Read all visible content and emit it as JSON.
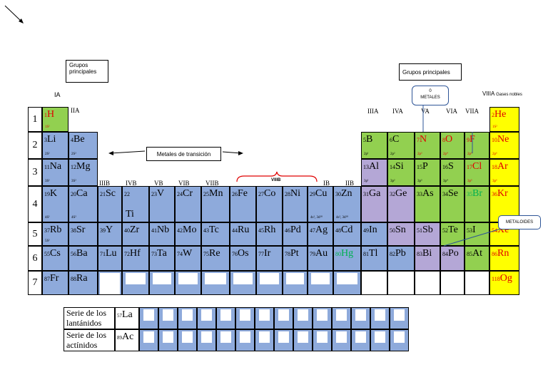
{
  "callouts": {
    "grupos_left": "Grupos principales",
    "grupos_right": "Grupos principales",
    "transicion": "Metales de transición",
    "metales_zero": "0",
    "metales": "METALES",
    "metaloides": "METALOIDES",
    "viiib": "VIIIB",
    "viiia": "VIIIA",
    "gases": "Gases nobles"
  },
  "group_labels": [
    "IA",
    "IIA",
    "IIIB",
    "IVB",
    "VB",
    "VIB",
    "VIIB",
    "IB",
    "IIB",
    "IIIA",
    "IVA",
    "VA",
    "VIA",
    "VIIA"
  ],
  "periods": [
    "1",
    "2",
    "3",
    "4",
    "5",
    "6",
    "7"
  ],
  "elements": [
    {
      "z": "1",
      "s": "H",
      "c": "1S¹"
    },
    {
      "z": "3",
      "s": "Li",
      "c": "2S¹"
    },
    {
      "z": "4",
      "s": "Be",
      "c": "2S²"
    },
    {
      "z": "11",
      "s": "Na",
      "c": "3S¹"
    },
    {
      "z": "12",
      "s": "Mg",
      "c": "3S²"
    },
    {
      "z": "19",
      "s": "K",
      "c": "4S¹"
    },
    {
      "z": "20",
      "s": "Ca",
      "c": "4S²"
    },
    {
      "z": "21",
      "s": "Sc",
      "c": ""
    },
    {
      "z": "22",
      "s": "Ti",
      "c": ""
    },
    {
      "z": "23",
      "s": "V",
      "c": ""
    },
    {
      "z": "24",
      "s": "Cr",
      "c": ""
    },
    {
      "z": "25",
      "s": "Mn",
      "c": ""
    },
    {
      "z": "26",
      "s": "Fe",
      "c": ""
    },
    {
      "z": "27",
      "s": "Co",
      "c": ""
    },
    {
      "z": "28",
      "s": "Ni",
      "c": ""
    },
    {
      "z": "29",
      "s": "Cu",
      "c": "4s¹, 3d¹⁰"
    },
    {
      "z": "30",
      "s": "Zn",
      "c": "4s², 3d¹⁰"
    },
    {
      "z": "37",
      "s": "Rb",
      "c": "5S¹"
    },
    {
      "z": "38",
      "s": "Sr",
      "c": ""
    },
    {
      "z": "39",
      "s": "Y",
      "c": ""
    },
    {
      "z": "40",
      "s": "Zr",
      "c": ""
    },
    {
      "z": "41",
      "s": "Nb",
      "c": ""
    },
    {
      "z": "42",
      "s": "Mo",
      "c": ""
    },
    {
      "z": "43",
      "s": "Tc",
      "c": ""
    },
    {
      "z": "44",
      "s": "Ru",
      "c": ""
    },
    {
      "z": "45",
      "s": "Rh",
      "c": ""
    },
    {
      "z": "46",
      "s": "Pd",
      "c": ""
    },
    {
      "z": "47",
      "s": "Ag",
      "c": ""
    },
    {
      "z": "48",
      "s": "Cd",
      "c": ""
    },
    {
      "z": "55",
      "s": "Cs",
      "c": ""
    },
    {
      "z": "56",
      "s": "Ba",
      "c": ""
    },
    {
      "z": "71",
      "s": "Lu",
      "c": ""
    },
    {
      "z": "72",
      "s": "Hf",
      "c": ""
    },
    {
      "z": "73",
      "s": "Ta",
      "c": ""
    },
    {
      "z": "74",
      "s": "W",
      "c": ""
    },
    {
      "z": "75",
      "s": "Re",
      "c": ""
    },
    {
      "z": "76",
      "s": "Os",
      "c": ""
    },
    {
      "z": "77",
      "s": "Ir",
      "c": ""
    },
    {
      "z": "78",
      "s": "Pt",
      "c": ""
    },
    {
      "z": "79",
      "s": "Au",
      "c": ""
    },
    {
      "z": "80",
      "s": "Hg",
      "c": ""
    },
    {
      "z": "87",
      "s": "Fr",
      "c": ""
    },
    {
      "z": "88",
      "s": "Ra",
      "c": ""
    },
    {
      "z": "5",
      "s": "B",
      "c": "2p¹"
    },
    {
      "z": "6",
      "s": "C",
      "c": "2p²"
    },
    {
      "z": "7",
      "s": "N",
      "c": "2p³"
    },
    {
      "z": "8",
      "s": "O",
      "c": "2p⁴"
    },
    {
      "z": "9",
      "s": "F",
      "c": "2p⁵"
    },
    {
      "z": "13",
      "s": "Al",
      "c": "3p¹"
    },
    {
      "z": "14",
      "s": "Si",
      "c": "3p²"
    },
    {
      "z": "15",
      "s": "P",
      "c": "3p³"
    },
    {
      "z": "16",
      "s": "S",
      "c": "3p⁴"
    },
    {
      "z": "17",
      "s": "Cl",
      "c": "3p⁵"
    },
    {
      "z": "31",
      "s": "Ga",
      "c": ""
    },
    {
      "z": "32",
      "s": "Ge",
      "c": ""
    },
    {
      "z": "33",
      "s": "As",
      "c": ""
    },
    {
      "z": "34",
      "s": "Se",
      "c": ""
    },
    {
      "z": "35",
      "s": "Br",
      "c": ""
    },
    {
      "z": "49",
      "s": "In",
      "c": ""
    },
    {
      "z": "50",
      "s": "Sn",
      "c": ""
    },
    {
      "z": "51",
      "s": "Sb",
      "c": ""
    },
    {
      "z": "52",
      "s": "Te",
      "c": ""
    },
    {
      "z": "53",
      "s": "I",
      "c": ""
    },
    {
      "z": "81",
      "s": "Tl",
      "c": ""
    },
    {
      "z": "82",
      "s": "Pb",
      "c": ""
    },
    {
      "z": "83",
      "s": "Bi",
      "c": ""
    },
    {
      "z": "84",
      "s": "Po",
      "c": ""
    },
    {
      "z": "85",
      "s": "At",
      "c": ""
    },
    {
      "z": "2",
      "s": "He",
      "c": "1S²"
    },
    {
      "z": "10",
      "s": "Ne",
      "c": "2p⁶"
    },
    {
      "z": "18",
      "s": "Ar",
      "c": "3p⁶"
    },
    {
      "z": "36",
      "s": "Kr",
      "c": ""
    },
    {
      "z": "54",
      "s": "Xe",
      "c": ""
    },
    {
      "z": "86",
      "s": "Rn",
      "c": ""
    },
    {
      "z": "118",
      "s": "Og",
      "c": ""
    }
  ],
  "series": {
    "lantanidos_label": "Serie de los lantánidos",
    "actinidos_label": "Serie de los actínidos",
    "la": {
      "z": "57",
      "s": "La"
    },
    "ac": {
      "z": "89",
      "s": "Ac"
    }
  },
  "colors": {
    "metal": "#8eaadb",
    "nonmetal": "#92d050",
    "metalloid": "#b4a7d6",
    "noble": "#ffff00",
    "red_text": "#e00000",
    "green_text": "#00b050",
    "callout_border": "#2e5597"
  }
}
